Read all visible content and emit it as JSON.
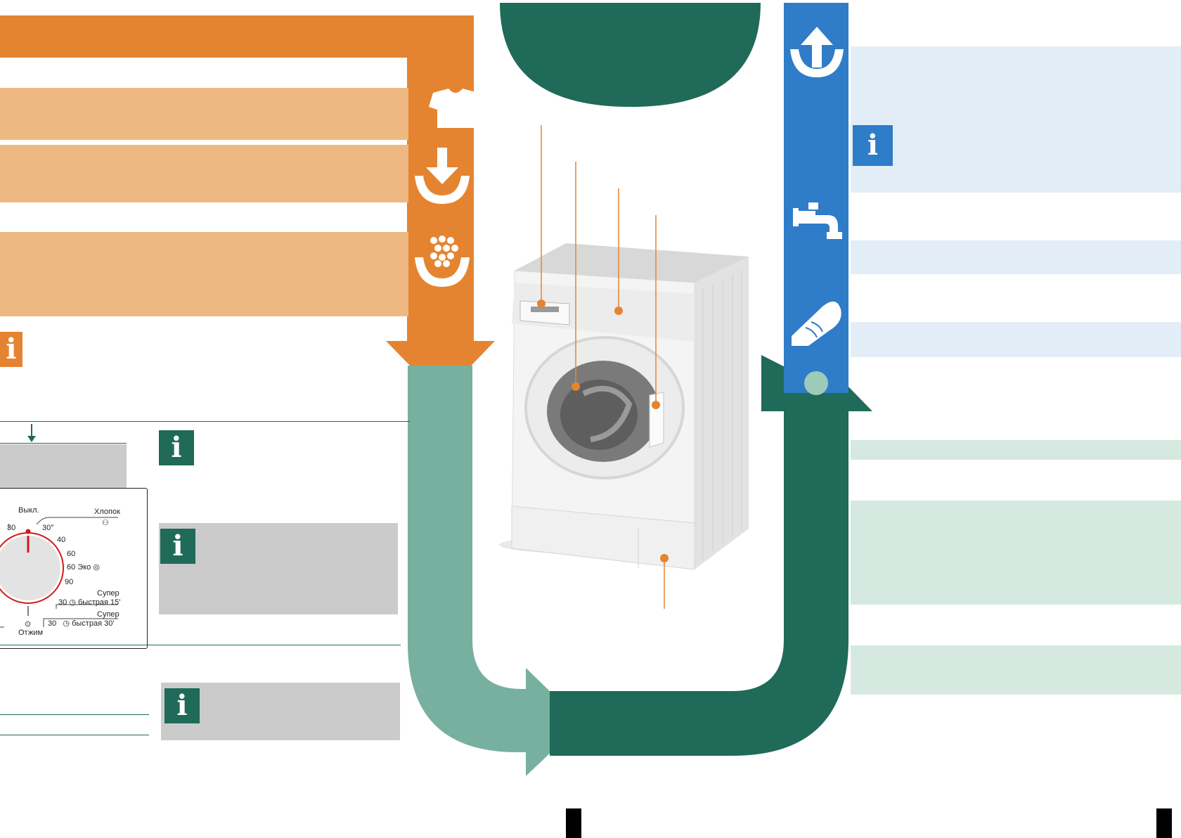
{
  "info_badges": {
    "orange": "i",
    "teal_1": "i",
    "teal_2": "i",
    "teal_3": "i",
    "blue": "i"
  },
  "dial": {
    "off": "Выкл.",
    "cotton": "Хлопок",
    "t30_left": "30",
    "t30_cold": "30°",
    "t40": "40",
    "t60": "60",
    "t60_eco": "60 Эко",
    "t90": "90",
    "super15_label": "Супер",
    "super15_temp": "30",
    "super15_text": "быстрая 15'",
    "super30_label": "Супер",
    "super30_temp": "30",
    "super30_text": "быстрая 30'",
    "spin": "Отжим"
  },
  "icons": {
    "orange_column": [
      "shirt-icon",
      "load-down-icon",
      "detergent-icon"
    ],
    "blue_column": [
      "unload-up-icon",
      "water-tap-icon",
      "cleaning-cloth-icon"
    ]
  },
  "colors": {
    "orange": "#e58430",
    "peach": "#eeb883",
    "teal_dark": "#1f6a59",
    "teal_light": "#78b0a0",
    "blue": "#2f7cc8",
    "blue_light": "#e2edf7",
    "mint": "#d6e9e1",
    "gray_box": "#cbcbcb"
  }
}
